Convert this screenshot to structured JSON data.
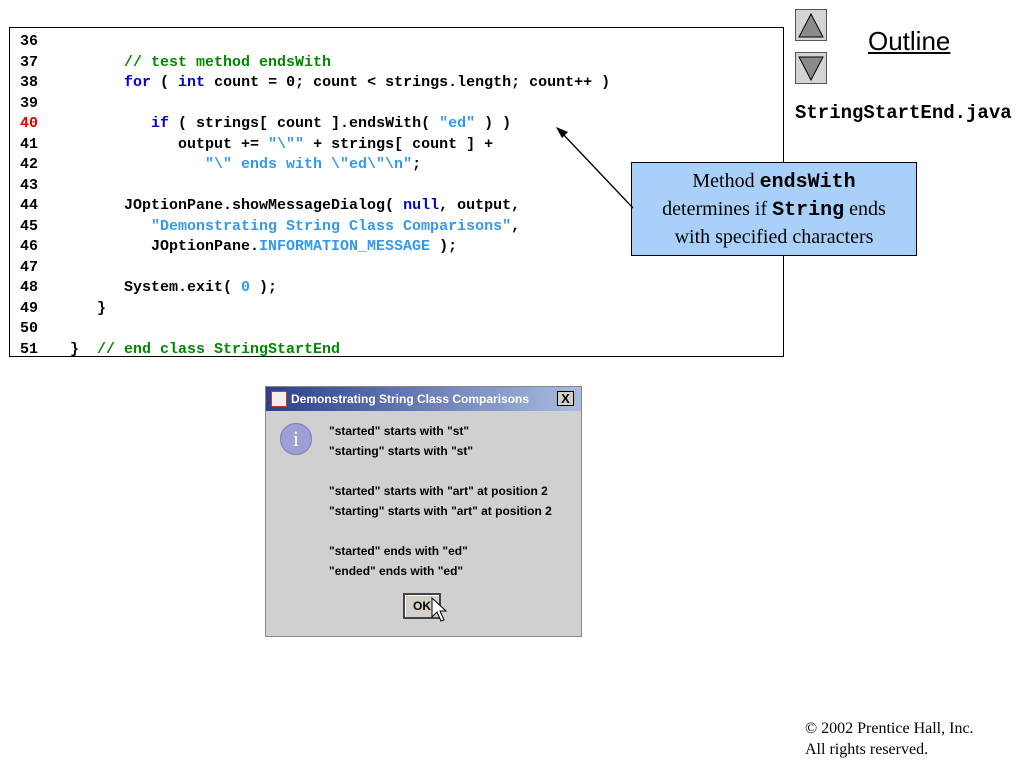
{
  "outline": {
    "title": "Outline",
    "filename": "StringStartEnd.java"
  },
  "navigation": {
    "up_icon": "triangle-up-icon",
    "down_icon": "triangle-down-icon"
  },
  "code": {
    "highlight_color": "#e00000",
    "lines": [
      {
        "num": "36",
        "tokens": []
      },
      {
        "num": "37",
        "tokens": [
          {
            "t": "      "
          },
          {
            "t": "// test method endsWith",
            "c": "cm"
          }
        ]
      },
      {
        "num": "38",
        "tokens": [
          {
            "t": "      "
          },
          {
            "t": "for",
            "c": "kw"
          },
          {
            "t": " ( "
          },
          {
            "t": "int",
            "c": "kw"
          },
          {
            "t": " count = 0; count < strings.length; count++ )"
          }
        ]
      },
      {
        "num": "39",
        "tokens": []
      },
      {
        "num": "40",
        "hl": true,
        "tokens": [
          {
            "t": "         "
          },
          {
            "t": "if",
            "c": "kw"
          },
          {
            "t": " ( strings[ count ].endsWith( "
          },
          {
            "t": "\"ed\"",
            "c": "st"
          },
          {
            "t": " ) )"
          }
        ]
      },
      {
        "num": "41",
        "tokens": [
          {
            "t": "            output += "
          },
          {
            "t": "\"\\\"\"",
            "c": "st"
          },
          {
            "t": " + strings[ count ] +"
          }
        ]
      },
      {
        "num": "42",
        "tokens": [
          {
            "t": "               "
          },
          {
            "t": "\"\\\" ends with \\\"ed\\\"\\n\"",
            "c": "st"
          },
          {
            "t": ";"
          }
        ]
      },
      {
        "num": "43",
        "tokens": []
      },
      {
        "num": "44",
        "tokens": [
          {
            "t": "      JOptionPane.showMessageDialog( "
          },
          {
            "t": "null",
            "c": "kw"
          },
          {
            "t": ", output,"
          }
        ]
      },
      {
        "num": "45",
        "tokens": [
          {
            "t": "         "
          },
          {
            "t": "\"Demonstrating String Class Comparisons\"",
            "c": "st"
          },
          {
            "t": ","
          }
        ]
      },
      {
        "num": "46",
        "tokens": [
          {
            "t": "         JOptionPane."
          },
          {
            "t": "INFORMATION_MESSAGE",
            "c": "st"
          },
          {
            "t": " );"
          }
        ]
      },
      {
        "num": "47",
        "tokens": []
      },
      {
        "num": "48",
        "tokens": [
          {
            "t": "      System.exit( "
          },
          {
            "t": "0",
            "c": "st"
          },
          {
            "t": " );"
          }
        ]
      },
      {
        "num": "49",
        "tokens": [
          {
            "t": "   }"
          }
        ]
      },
      {
        "num": "50",
        "tokens": []
      },
      {
        "num": "51",
        "tokens": [
          {
            "t": "}  "
          },
          {
            "t": "// end class StringStartEnd",
            "c": "cm"
          }
        ]
      }
    ]
  },
  "callout": {
    "line1_prefix": "Method ",
    "line1_code": "endsWith",
    "line2_prefix": "determines if ",
    "line2_code": "String",
    "line2_suffix": " ends",
    "line3": "with specified characters"
  },
  "dialog": {
    "title": "Demonstrating String Class Comparisons",
    "close_label": "X",
    "icon": "information-icon",
    "info_glyph": "i",
    "messages": [
      "\"started\" starts with \"st\"",
      "\"starting\" starts with \"st\"",
      "",
      "\"started\" starts with \"art\" at position 2",
      "\"starting\" starts with \"art\" at position 2",
      "",
      "\"started\" ends with \"ed\"",
      "\"ended\" ends with \"ed\""
    ],
    "ok_label": "OK"
  },
  "copyright": {
    "line1": "© 2002 Prentice Hall, Inc.",
    "line2": "All rights reserved."
  }
}
